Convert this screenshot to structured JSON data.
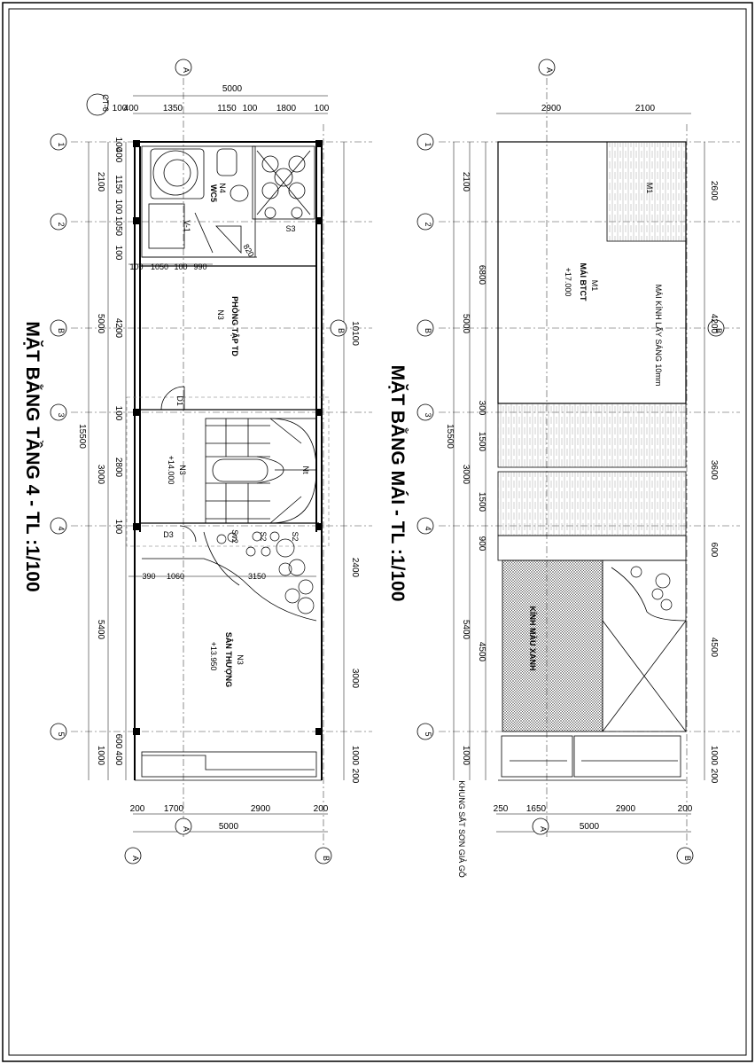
{
  "plan_floor4": {
    "title": "MẶT BẰNG TẦNG 4 - TL :1/100",
    "top_total": "5000",
    "top_segments": [
      "100",
      "400",
      "1350",
      "1150",
      "100",
      "1800",
      "100"
    ],
    "bottom_segments": [
      "200",
      "1700",
      "2900",
      "200"
    ],
    "bottom_total": "5000",
    "left_outer_total": "15500",
    "left_mid": [
      "2100",
      "5000",
      "3000",
      "5400",
      "1000"
    ],
    "left_inner": [
      "100",
      "400",
      "1150",
      "100",
      "1050",
      "100",
      "4200",
      "100",
      "2800",
      "100",
      "600",
      "400"
    ],
    "right_dims": [
      "10100",
      "2400",
      "3000",
      "1000",
      "200"
    ],
    "wc_row": [
      "100",
      "1050",
      "100",
      "990"
    ],
    "stair_row": [
      "390",
      "1060",
      "3150"
    ],
    "diag_820": "820",
    "room_wc": "WC5",
    "room_wc_tag": "N4",
    "room_gym": "PHÒNG TẬP TD",
    "room_gym_tag": "N3",
    "room_stair_tag": "N3",
    "level_stair": "+14.000",
    "room_terrace": "SÂN THƯỢNG",
    "room_terrace_tag": "N3",
    "level_terrace": "+13.950",
    "stair_mark": "Nt",
    "door_d1": "D1",
    "door_d3": "D3",
    "win_s3": "S3",
    "win_s2": "S2",
    "win_s2b": "S2",
    "win_sv2": "Sv2",
    "window_v1": "V-1",
    "callout": "CT-6"
  },
  "plan_roof": {
    "title": "MẶT BẰNG MÁI - TL :1/100",
    "top_segments": [
      "2900",
      "2100"
    ],
    "bottom_segments": [
      "250",
      "1650",
      "2900",
      "200"
    ],
    "bottom_total": "5000",
    "left_outer_total": "15500",
    "left_mid": [
      "2100",
      "5000",
      "3000",
      "5400",
      "1000"
    ],
    "left_inner": [
      "6800",
      "300",
      "1500",
      "1500",
      "900",
      "4500"
    ],
    "right_dims": [
      "2600",
      "4200",
      "3600",
      "600",
      "4500",
      "1000",
      "200"
    ],
    "roof_label": "MÁI BTCT",
    "roof_tag": "M1",
    "roof_level": "+17.000",
    "skylight_note": "MÁI KÍNH LẤY SÁNG 10mm",
    "glass_label": "KÍNH MÀU XANH",
    "frame_note": "KHUNG SẮT SƠN GIẢ GỖ",
    "roof_tag_small": "M1"
  },
  "grid_labels": {
    "rows": [
      "1",
      "2",
      "B",
      "3",
      "4",
      "5"
    ],
    "cols": [
      "A",
      "B"
    ]
  }
}
